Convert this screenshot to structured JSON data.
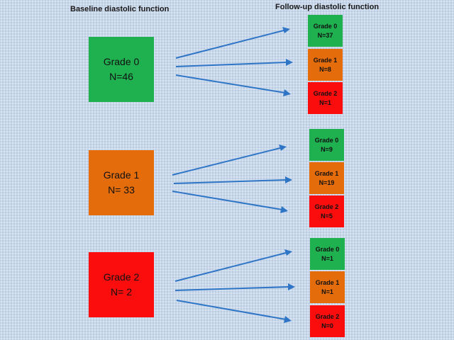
{
  "headings": {
    "baseline": "Baseline diastolic function",
    "followup": "Follow-up diastolic function"
  },
  "colors": {
    "background": "#c9d8eb",
    "grade0": "#1fb050",
    "grade1": "#e46c0a",
    "grade2": "#fb0d0d",
    "arrow": "#2e75c6"
  },
  "baseline": [
    {
      "grade": "Grade 0",
      "n": "N=46"
    },
    {
      "grade": "Grade 1",
      "n": "N= 33"
    },
    {
      "grade": "Grade 2",
      "n": "N= 2"
    }
  ],
  "followup": [
    [
      {
        "grade": "Grade 0",
        "n": "N=37"
      },
      {
        "grade": "Grade 1",
        "n": "N=8"
      },
      {
        "grade": "Grade 2",
        "n": "N=1"
      }
    ],
    [
      {
        "grade": "Grade 0",
        "n": "N=9"
      },
      {
        "grade": "Grade 1",
        "n": "N=19"
      },
      {
        "grade": "Grade 2",
        "n": "N=5"
      }
    ],
    [
      {
        "grade": "Grade 0",
        "n": "N=1"
      },
      {
        "grade": "Grade 1",
        "n": "N=1"
      },
      {
        "grade": "Grade 2",
        "n": "N=0"
      }
    ]
  ]
}
